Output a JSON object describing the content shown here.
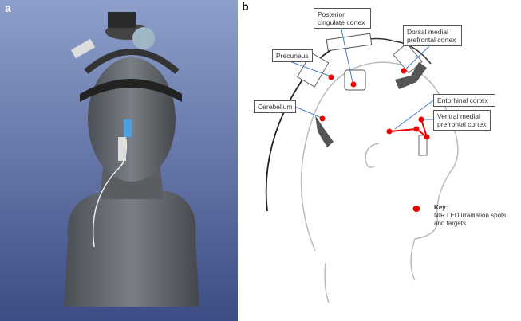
{
  "panels": {
    "a": {
      "label": "a"
    },
    "b": {
      "label": "b"
    }
  },
  "labels": {
    "posterior_cingulate": "Posterior cingulate cortex",
    "dorsal_medial": "Dorsal medial prefrontal cortex",
    "precuneus": "Precuneus",
    "cerebellum": "Cerebellum",
    "entorhinal": "Entorhinal cortex",
    "ventral_medial": "Ventral medial prefrontal cortex"
  },
  "key": {
    "title": "Key:",
    "text": "NIR LED irradiation spots and targets"
  },
  "colors": {
    "spot": "#ee0000",
    "leader": "#4a7cc8",
    "bg_top": "#8a9cc8",
    "bg_bottom": "#3f4f86"
  }
}
